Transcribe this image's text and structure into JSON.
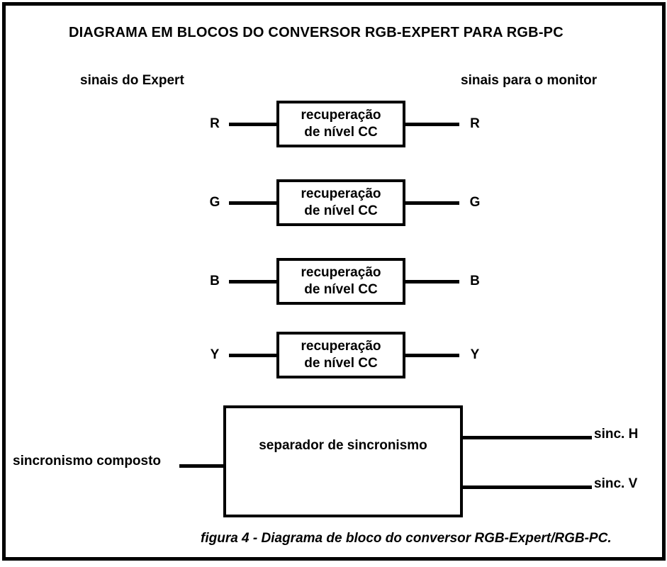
{
  "title": "DIAGRAMA EM BLOCOS DO CONVERSOR RGB-EXPERT PARA RGB-PC",
  "headers": {
    "left": "sinais do Expert",
    "right": "sinais para o monitor"
  },
  "channels": [
    {
      "input": "R",
      "block_line1": "recuperação",
      "block_line2": "de nível CC",
      "output": "R"
    },
    {
      "input": "G",
      "block_line1": "recuperação",
      "block_line2": "de nível CC",
      "output": "G"
    },
    {
      "input": "B",
      "block_line1": "recuperação",
      "block_line2": "de nível CC",
      "output": "B"
    },
    {
      "input": "Y",
      "block_line1": "recuperação",
      "block_line2": "de nível CC",
      "output": "Y"
    }
  ],
  "sync": {
    "block_label": "separador de sincronismo",
    "input_label": "sincronismo composto",
    "output_h": "sinc. H",
    "output_v": "sinc. V"
  },
  "caption": "figura 4 - Diagrama de bloco do conversor RGB-Expert/RGB-PC.",
  "colors": {
    "ink": "#000000",
    "background": "#ffffff"
  }
}
